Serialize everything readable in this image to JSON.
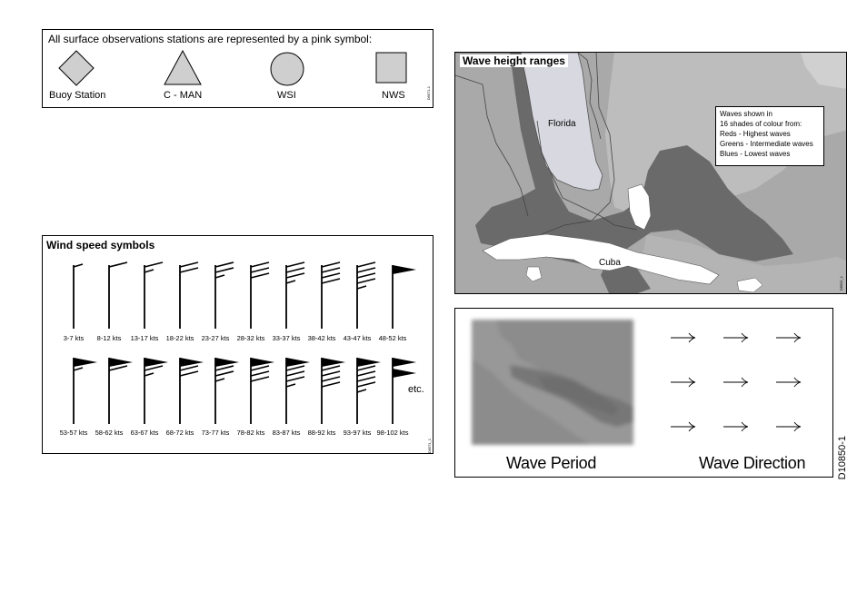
{
  "observations": {
    "heading": "All surface observations stations are represented by a pink symbol:",
    "stations": [
      "Buoy Station",
      "C - MAN",
      "WSI",
      "NWS"
    ],
    "code": "D8571-1"
  },
  "wind": {
    "title": "Wind speed symbols",
    "row1": [
      "3-7 kts",
      "8-12 kts",
      "13-17 kts",
      "18-22 kts",
      "23-27 kts",
      "28-32 kts",
      "33-37 kts",
      "38-42 kts",
      "43-47 kts",
      "48-52 kts"
    ],
    "row2": [
      "53-57 kts",
      "58-62 kts",
      "63-67 kts",
      "68-72 kts",
      "73-77 kts",
      "78-82 kts",
      "83-87 kts",
      "88-92 kts",
      "93-97 kts",
      "98-102 kts"
    ],
    "etc": "etc.",
    "code": "D8571_1"
  },
  "wave_height": {
    "title": "Wave height ranges",
    "florida": "Florida",
    "cuba": "Cuba",
    "legend": [
      "Waves shown in",
      "16 shades of colour from:",
      "Reds    - Highest waves",
      "Greens - Intermediate waves",
      "Blues    - Lowest waves"
    ],
    "code": "D8502_1"
  },
  "wave_pd": {
    "period": "Wave Period",
    "direction": "Wave Direction",
    "side_code": "D10850-1"
  }
}
